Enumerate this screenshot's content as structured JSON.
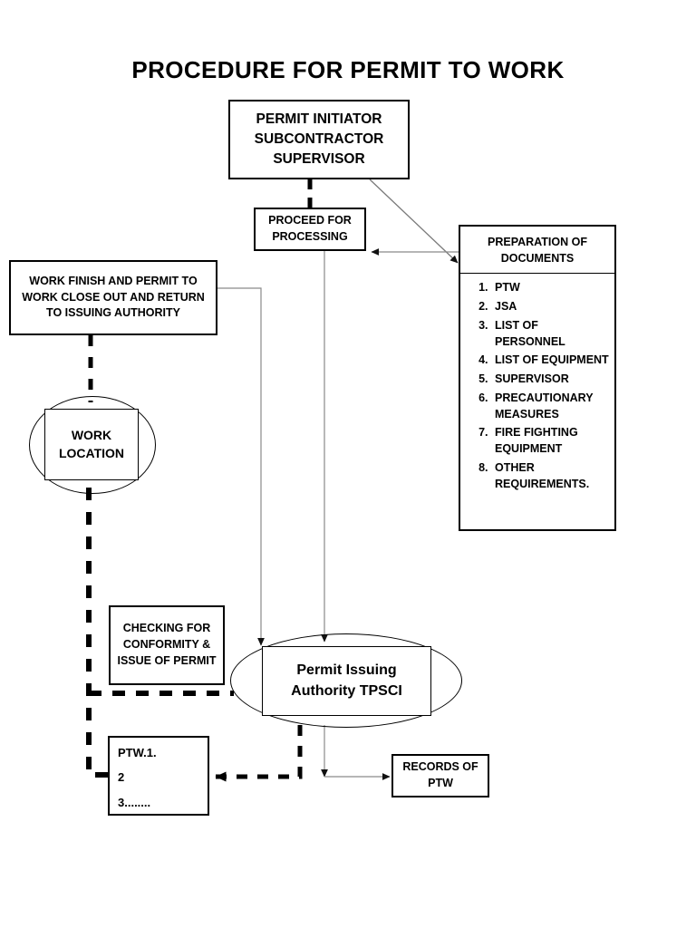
{
  "diagram": {
    "title": "PROCEDURE FOR PERMIT TO WORK",
    "nodes": {
      "initiator": {
        "line1": "PERMIT INITIATOR",
        "line2": "SUBCONTRACTOR",
        "line3": "SUPERVISOR"
      },
      "proceed": {
        "line1": "PROCEED FOR",
        "line2": "PROCESSING"
      },
      "preparation": {
        "head_line1": "PREPARATION OF",
        "head_line2": "DOCUMENTS",
        "items": [
          "PTW",
          "JSA",
          "LIST OF PERSONNEL",
          "LIST OF EQUIPMENT",
          "SUPERVISOR",
          "PRECAUTIONARY MEASURES",
          "FIRE FIGHTING EQUIPMENT",
          "OTHER REQUIREMENTS."
        ]
      },
      "work_finish": {
        "line1": "WORK FINISH AND PERMIT TO",
        "line2": "WORK CLOSE OUT AND RETURN",
        "line3": "TO ISSUING AUTHORITY"
      },
      "work_location": {
        "line1": "WORK",
        "line2": "LOCATION"
      },
      "checking": {
        "line1": "CHECKING FOR",
        "line2": "CONFORMITY &",
        "line3": "ISSUE OF PERMIT"
      },
      "permit_authority": {
        "line1": "Permit Issuing",
        "line2": "Authority TPSCI"
      },
      "ptw_list": {
        "line1": "PTW.1.",
        "line2": "2",
        "line3": "3........"
      },
      "records": {
        "line1": "RECORDS OF",
        "line2": "PTW"
      }
    },
    "colors": {
      "stroke": "#000000",
      "thin_stroke": "#6b6b6b",
      "background": "#ffffff"
    }
  }
}
